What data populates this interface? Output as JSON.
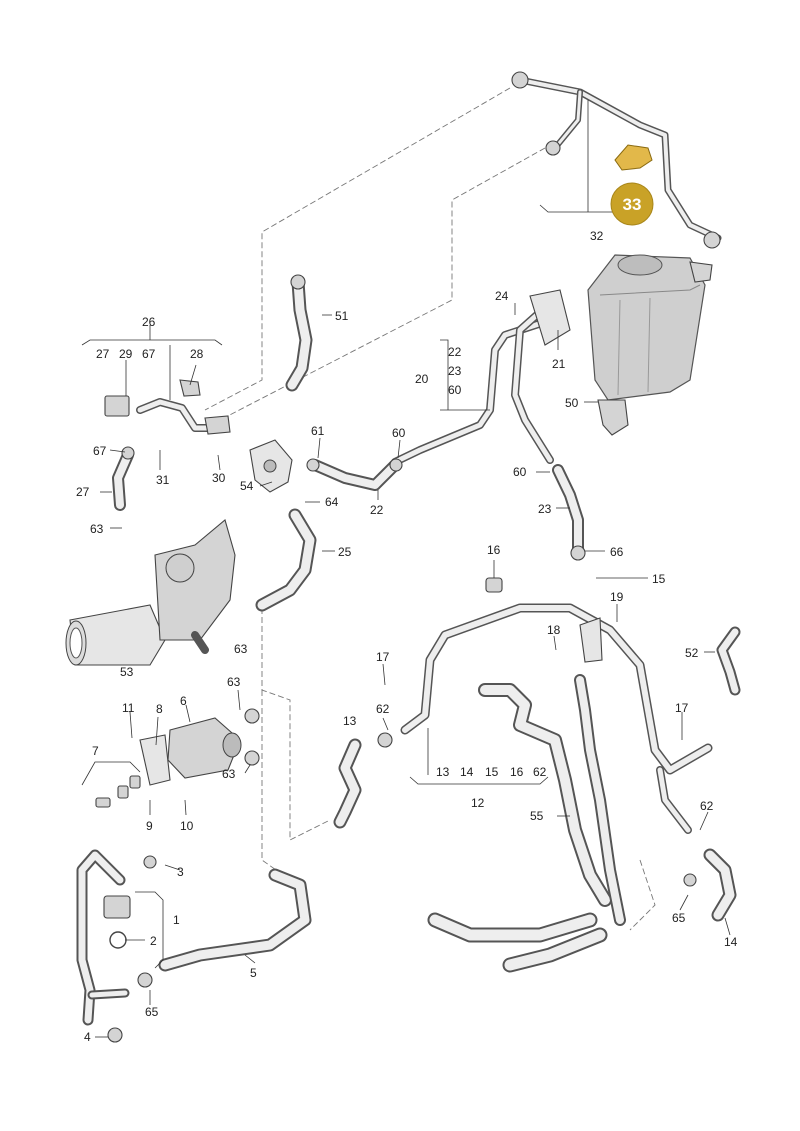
{
  "labels": {
    "l1": "1",
    "l2": "2",
    "l3": "3",
    "l4": "4",
    "l5": "5",
    "l6": "6",
    "l7": "7",
    "l8": "8",
    "l9": "9",
    "l10": "10",
    "l11": "11",
    "l12": "12",
    "l13a": "13",
    "l13b": "13",
    "l14a": "14",
    "l14b": "14",
    "l15a": "15",
    "l15b": "15",
    "l16a": "16",
    "l16b": "16",
    "l17a": "17",
    "l17b": "17",
    "l18": "18",
    "l19": "19",
    "l20": "20",
    "l21": "21",
    "l22a": "22",
    "l22b": "22",
    "l23a": "23",
    "l23b": "23",
    "l24": "24",
    "l25": "25",
    "l26": "26",
    "l27a": "27",
    "l27b": "27",
    "l28": "28",
    "l29": "29",
    "l30": "30",
    "l31": "31",
    "l32": "32",
    "l50": "50",
    "l51": "51",
    "l52": "52",
    "l53": "53",
    "l54": "54",
    "l55": "55",
    "l60a": "60",
    "l60b": "60",
    "l60c": "60",
    "l61": "61",
    "l62a": "62",
    "l62b": "62",
    "l62c": "62",
    "l63a": "63",
    "l63b": "63",
    "l63c": "63",
    "l63d": "63",
    "l64": "64",
    "l65a": "65",
    "l65b": "65",
    "l66": "66",
    "l67a": "67",
    "l67b": "67"
  },
  "highlight": {
    "label": "33",
    "color": "#c9a227"
  }
}
